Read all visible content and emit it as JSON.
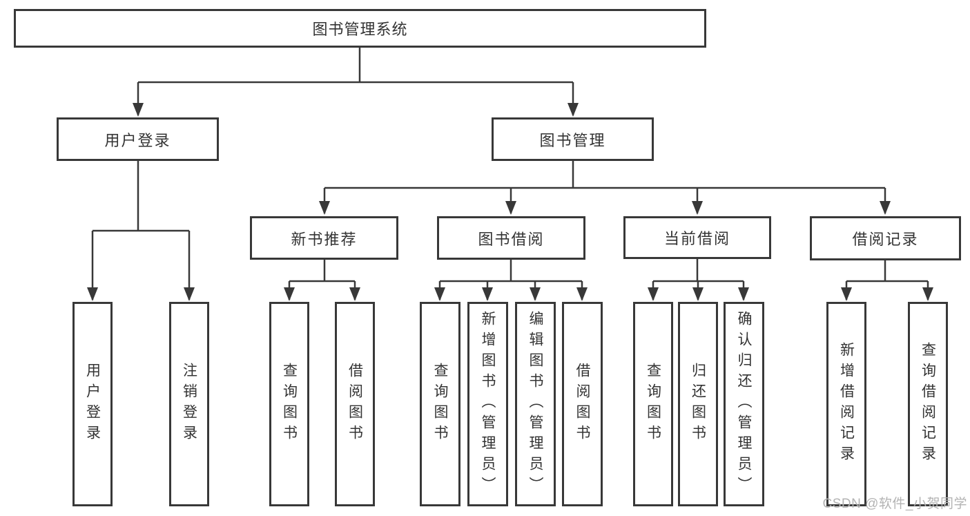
{
  "tree": {
    "root": "图书管理系统",
    "children": [
      {
        "label": "用户登录",
        "children": [
          {
            "label": "用户登录"
          },
          {
            "label": "注销登录"
          }
        ]
      },
      {
        "label": "图书管理",
        "children": [
          {
            "label": "新书推荐",
            "children": [
              {
                "label": "查询图书"
              },
              {
                "label": "借阅图书"
              }
            ]
          },
          {
            "label": "图书借阅",
            "children": [
              {
                "label": "查询图书"
              },
              {
                "label": "新增图书（管理员）"
              },
              {
                "label": "编辑图书（管理员）"
              },
              {
                "label": "借阅图书"
              }
            ]
          },
          {
            "label": "当前借阅",
            "children": [
              {
                "label": "查询图书"
              },
              {
                "label": "归还图书"
              },
              {
                "label": "确认归还（管理员）"
              }
            ]
          },
          {
            "label": "借阅记录",
            "children": [
              {
                "label": "新增借阅记录"
              },
              {
                "label": "查询借阅记录"
              }
            ]
          }
        ]
      }
    ]
  },
  "watermark": {
    "text": "CSDN @软件_小贺同学"
  },
  "colors": {
    "line": "#383838",
    "text": "#333333",
    "box_background": "#ffffff",
    "watermark": "#b3b3b3",
    "background": "#ffffff"
  }
}
